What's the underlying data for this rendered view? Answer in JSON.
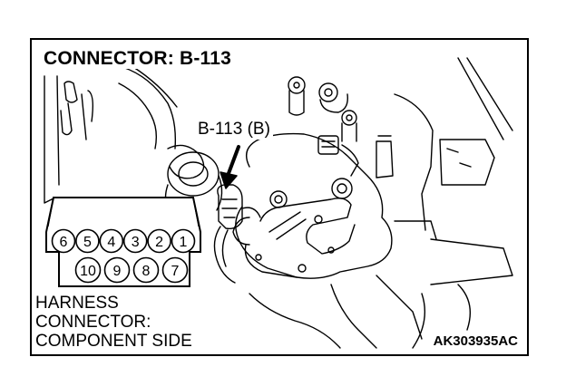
{
  "title": "CONNECTOR: B-113",
  "callout": "B-113 (B)",
  "caption": {
    "line1": "HARNESS",
    "line2": "CONNECTOR:",
    "line3": "COMPONENT SIDE"
  },
  "code": "AK303935AC",
  "pins": {
    "top_row": [
      "6",
      "5",
      "4",
      "3",
      "2",
      "1"
    ],
    "bottom_row": [
      "10",
      "9",
      "8",
      "7"
    ]
  }
}
